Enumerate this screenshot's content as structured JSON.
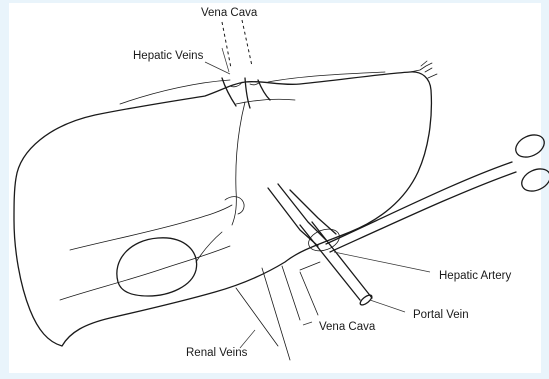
{
  "labels": {
    "vena_cava_top": "Vena Cava",
    "hepatic_veins": "Hepatic Veins",
    "hepatic_artery": "Hepatic Artery",
    "portal_vein": "Portal Vein",
    "vena_cava_bottom": "Vena Cava",
    "renal_veins": "Renal Veins"
  },
  "colors": {
    "background": "#e9f4fb",
    "panel": "#ffffff",
    "ink": "#1a1a1a"
  }
}
